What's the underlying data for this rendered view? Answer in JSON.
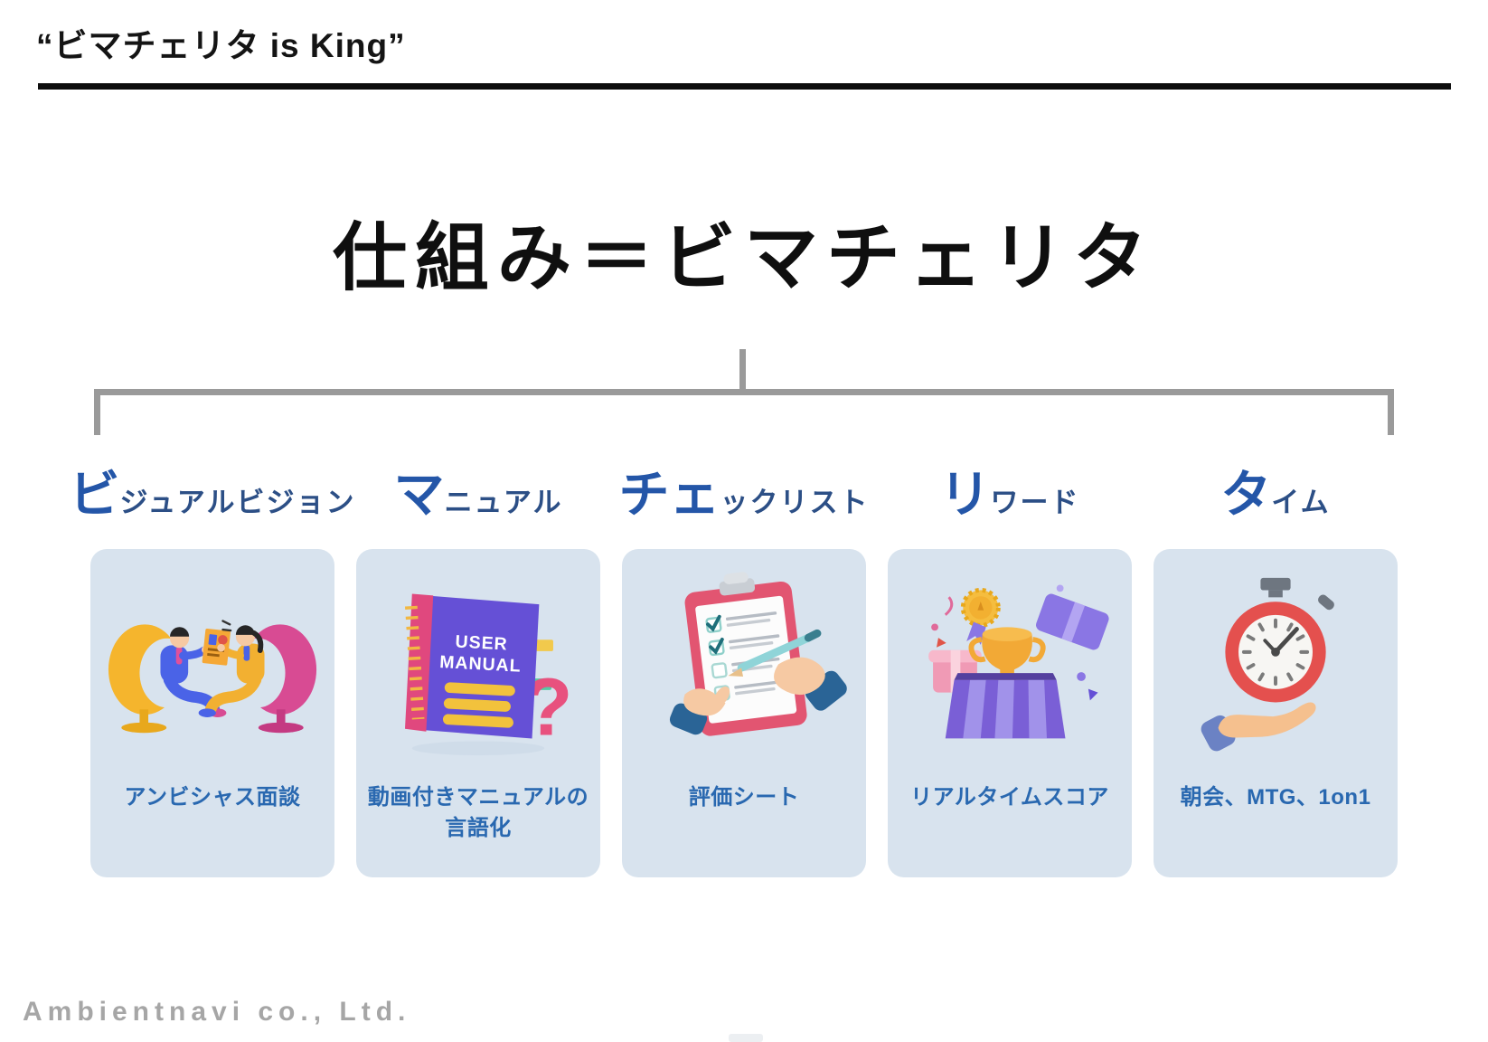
{
  "quote": "“ビマチェリタ is King”",
  "title": "仕組み＝ビマチェリタ",
  "columns": [
    {
      "icon": "interview-illustration",
      "initial": "ビ",
      "rest": "ジュアルビジョン",
      "caption": "アンビシャス面談"
    },
    {
      "icon": "user-manual-illustration",
      "initial": "マ",
      "rest": "ニュアル",
      "caption": "動画付きマニュアルの言語化"
    },
    {
      "icon": "checklist-illustration",
      "initial": "チェ",
      "rest": "ックリスト",
      "caption": "評価シート"
    },
    {
      "icon": "reward-trophy-illustration",
      "initial": "リ",
      "rest": "ワード",
      "caption": "リアルタイムスコア"
    },
    {
      "icon": "stopwatch-hand-illustration",
      "initial": "タ",
      "rest": "イム",
      "caption": "朝会、MTG、1on1"
    }
  ],
  "manual_cover": {
    "line1": "USER",
    "line2": "MANUAL",
    "question_mark": "?"
  },
  "footer": "Ambientnavi co., Ltd.",
  "colors": {
    "header_initial_blue": "#2456a8",
    "header_rest_blue": "#2c4f86",
    "caption_blue": "#2968b0",
    "card_background": "#d8e3ee",
    "tree_gray": "#9a9a9a",
    "divider_black": "#0d0d0d",
    "footer_gray": "#a6a6a6"
  }
}
